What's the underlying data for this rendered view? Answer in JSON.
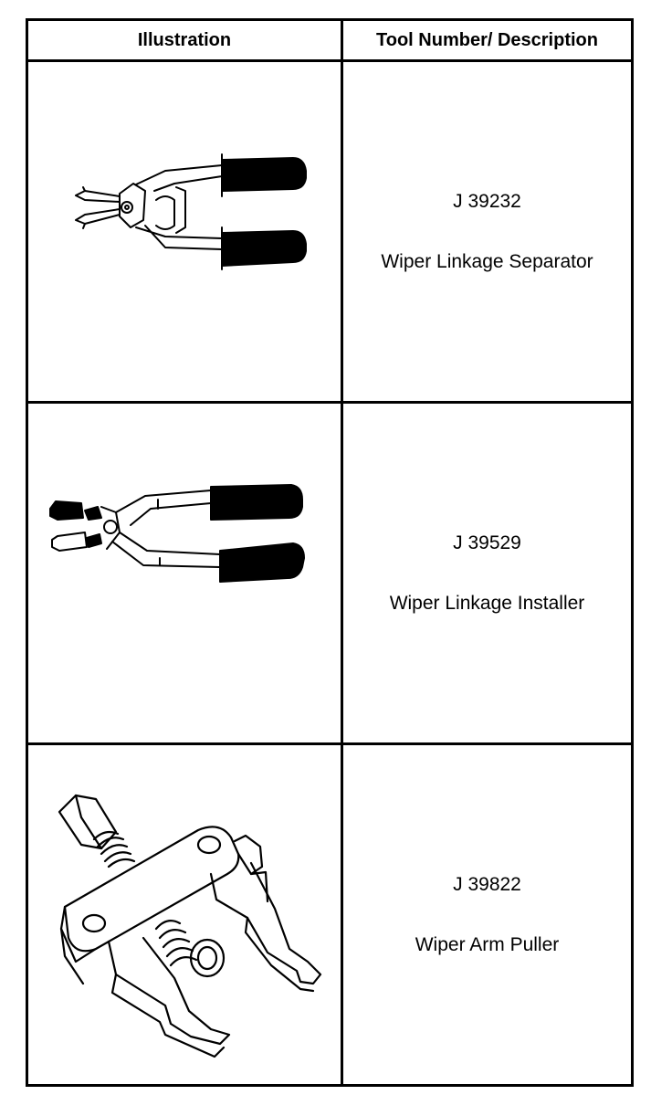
{
  "table": {
    "headers": {
      "illustration": "Illustration",
      "description": "Tool Number/ Description"
    },
    "rows": [
      {
        "tool_number": "J 39232",
        "description": "Wiper Linkage Separator",
        "icon": "linkage-separator-pliers-icon"
      },
      {
        "tool_number": "J 39529",
        "description": "Wiper Linkage Installer",
        "icon": "linkage-installer-pliers-icon"
      },
      {
        "tool_number": "J 39822",
        "description": "Wiper Arm Puller",
        "icon": "wiper-arm-puller-icon"
      }
    ]
  }
}
